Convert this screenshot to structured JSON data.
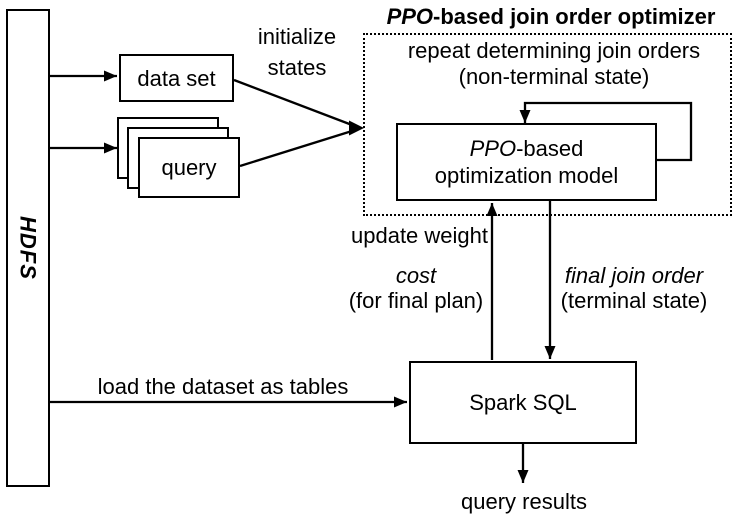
{
  "colors": {
    "ink": "#000000",
    "background": "#ffffff"
  },
  "title": {
    "italic": "PPO",
    "rest": "-based join order optimizer"
  },
  "nodes": {
    "hdfs": {
      "label": "HDFS"
    },
    "dataset": {
      "label": "data set"
    },
    "query": {
      "label": "query"
    },
    "ppo_model": {
      "line1_italic": "PPO",
      "line1_rest": "-based",
      "line2": "optimization model"
    },
    "spark": {
      "label": "Spark SQL"
    }
  },
  "notes": {
    "repeat_line1": "repeat determining join orders",
    "repeat_line2": "(non-terminal state)"
  },
  "edge_labels": {
    "initialize_line1": "initialize",
    "initialize_line2": "states",
    "update_weight": "update weight",
    "cost_line1": "cost",
    "cost_line2": "(for final plan)",
    "final_join_order_line1": "final join order",
    "final_join_order_line2": "(terminal state)",
    "load_tables": "load the dataset as tables",
    "query_results": "query results"
  }
}
